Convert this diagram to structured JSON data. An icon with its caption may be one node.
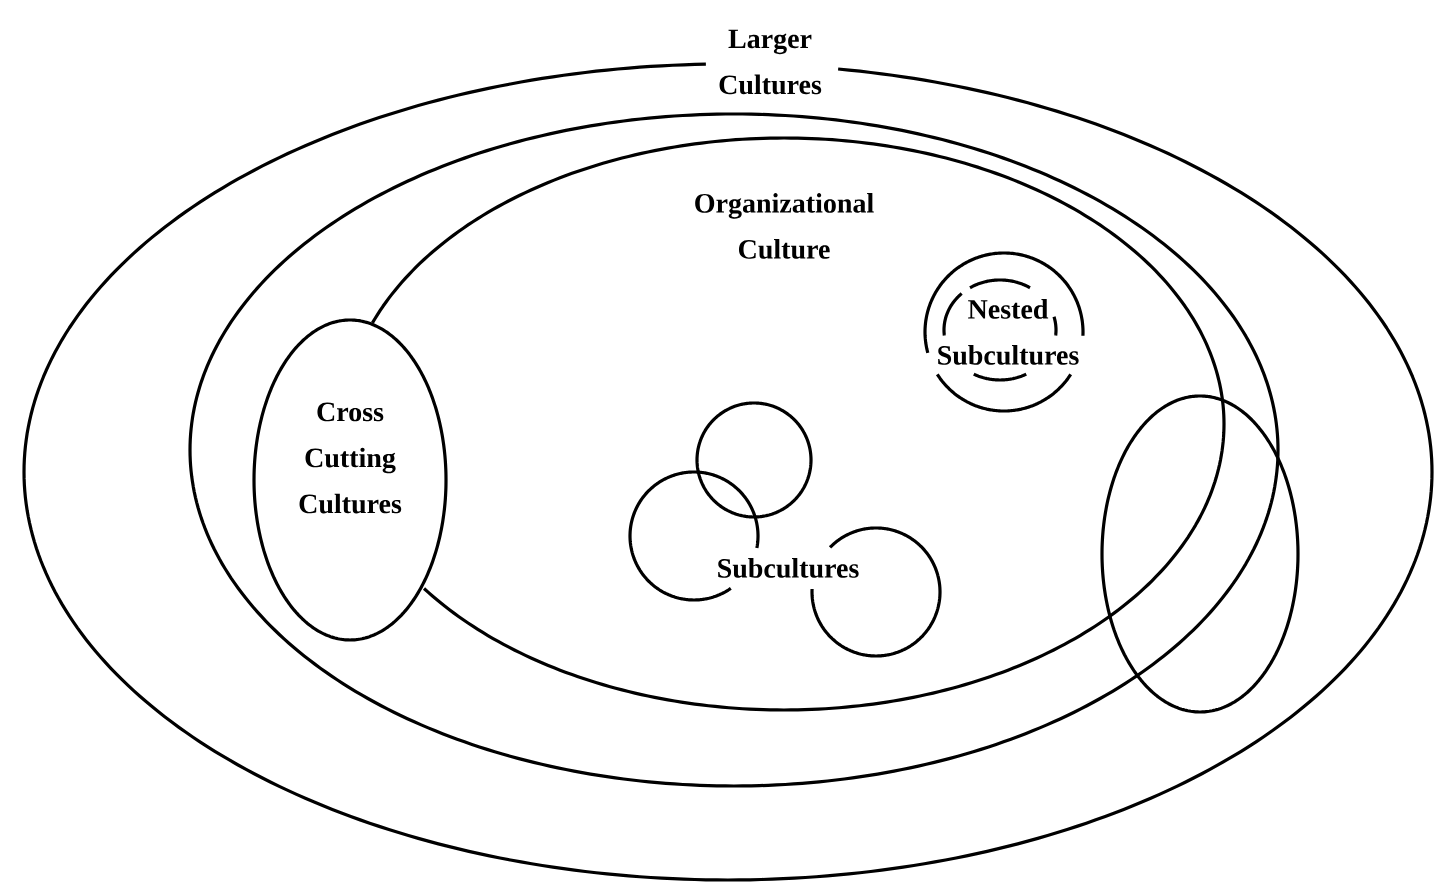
{
  "diagram": {
    "nodes": [
      {
        "text": [
          "Larger Cultures"
        ]
      },
      {
        "text": [],
        "shape": "ellipse",
        "in": 0
      },
      {
        "text": [
          "Organizational Culture"
        ],
        "in": 1
      },
      {
        "text": [
          "Cross Cutting Cultures"
        ],
        "in": 1
      },
      {
        "text": [],
        "shape": "ellipse",
        "in": 0
      },
      {
        "text": [],
        "shape": "circle",
        "in": 2
      },
      {
        "text": [
          "Nested Subcultures"
        ],
        "in": 5
      },
      {
        "text": [],
        "shape": "circle",
        "in": 2
      },
      {
        "text": [],
        "shape": "circle",
        "in": 2
      },
      {
        "text": [],
        "shape": "circle",
        "in": 2
      }
    ],
    "labels": [
      "Subcultures"
    ]
  }
}
